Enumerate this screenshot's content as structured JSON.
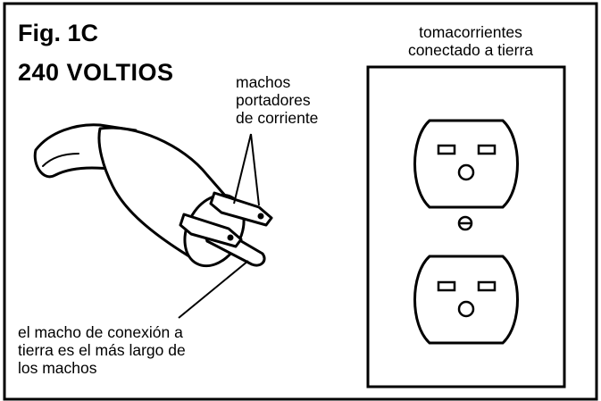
{
  "figure": {
    "title": "Fig. 1C",
    "voltage": "240 VOLTIOS"
  },
  "labels": {
    "current_prongs": [
      "machos",
      "portadores",
      "de corriente"
    ],
    "grounded_outlet": [
      "tomacorrientes",
      "conectado a tierra"
    ],
    "ground_prong": [
      "el macho de conexión a",
      "tierra es el más largo de",
      "los machos"
    ]
  },
  "colors": {
    "ink": "#000000",
    "background": "#ffffff"
  }
}
